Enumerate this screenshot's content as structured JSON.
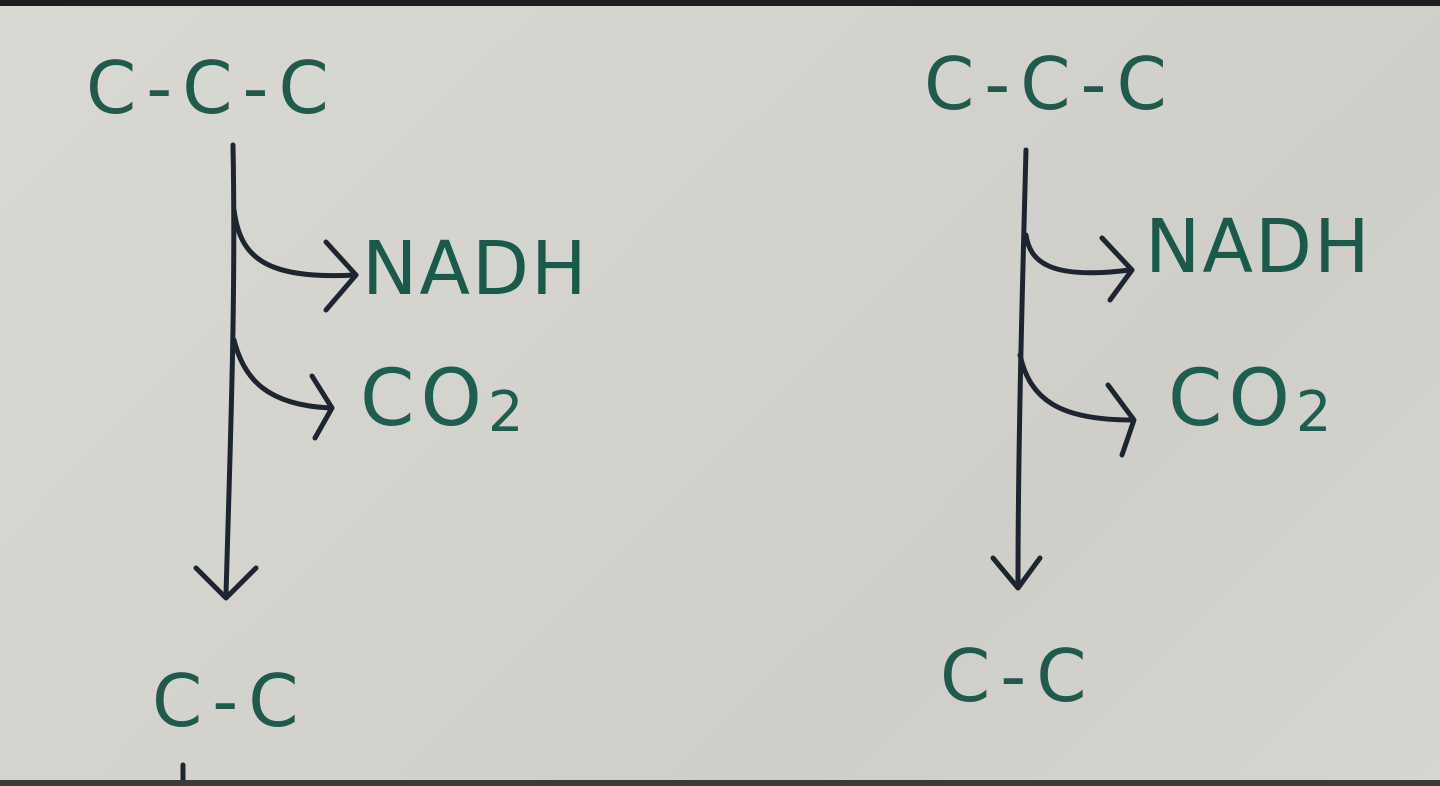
{
  "left": {
    "reactant": "C-C-C",
    "product1": "NADH",
    "product2_base": "CO",
    "product2_sub": "2",
    "result": "C-C"
  },
  "right": {
    "reactant": "C-C-C",
    "product1": "NADH",
    "product2_base": "CO",
    "product2_sub": "2",
    "result": "C-C"
  },
  "colors": {
    "ink_text": "#1f5a4c",
    "ink_arrows": "#1d2530",
    "board": "#d4d3cd"
  }
}
